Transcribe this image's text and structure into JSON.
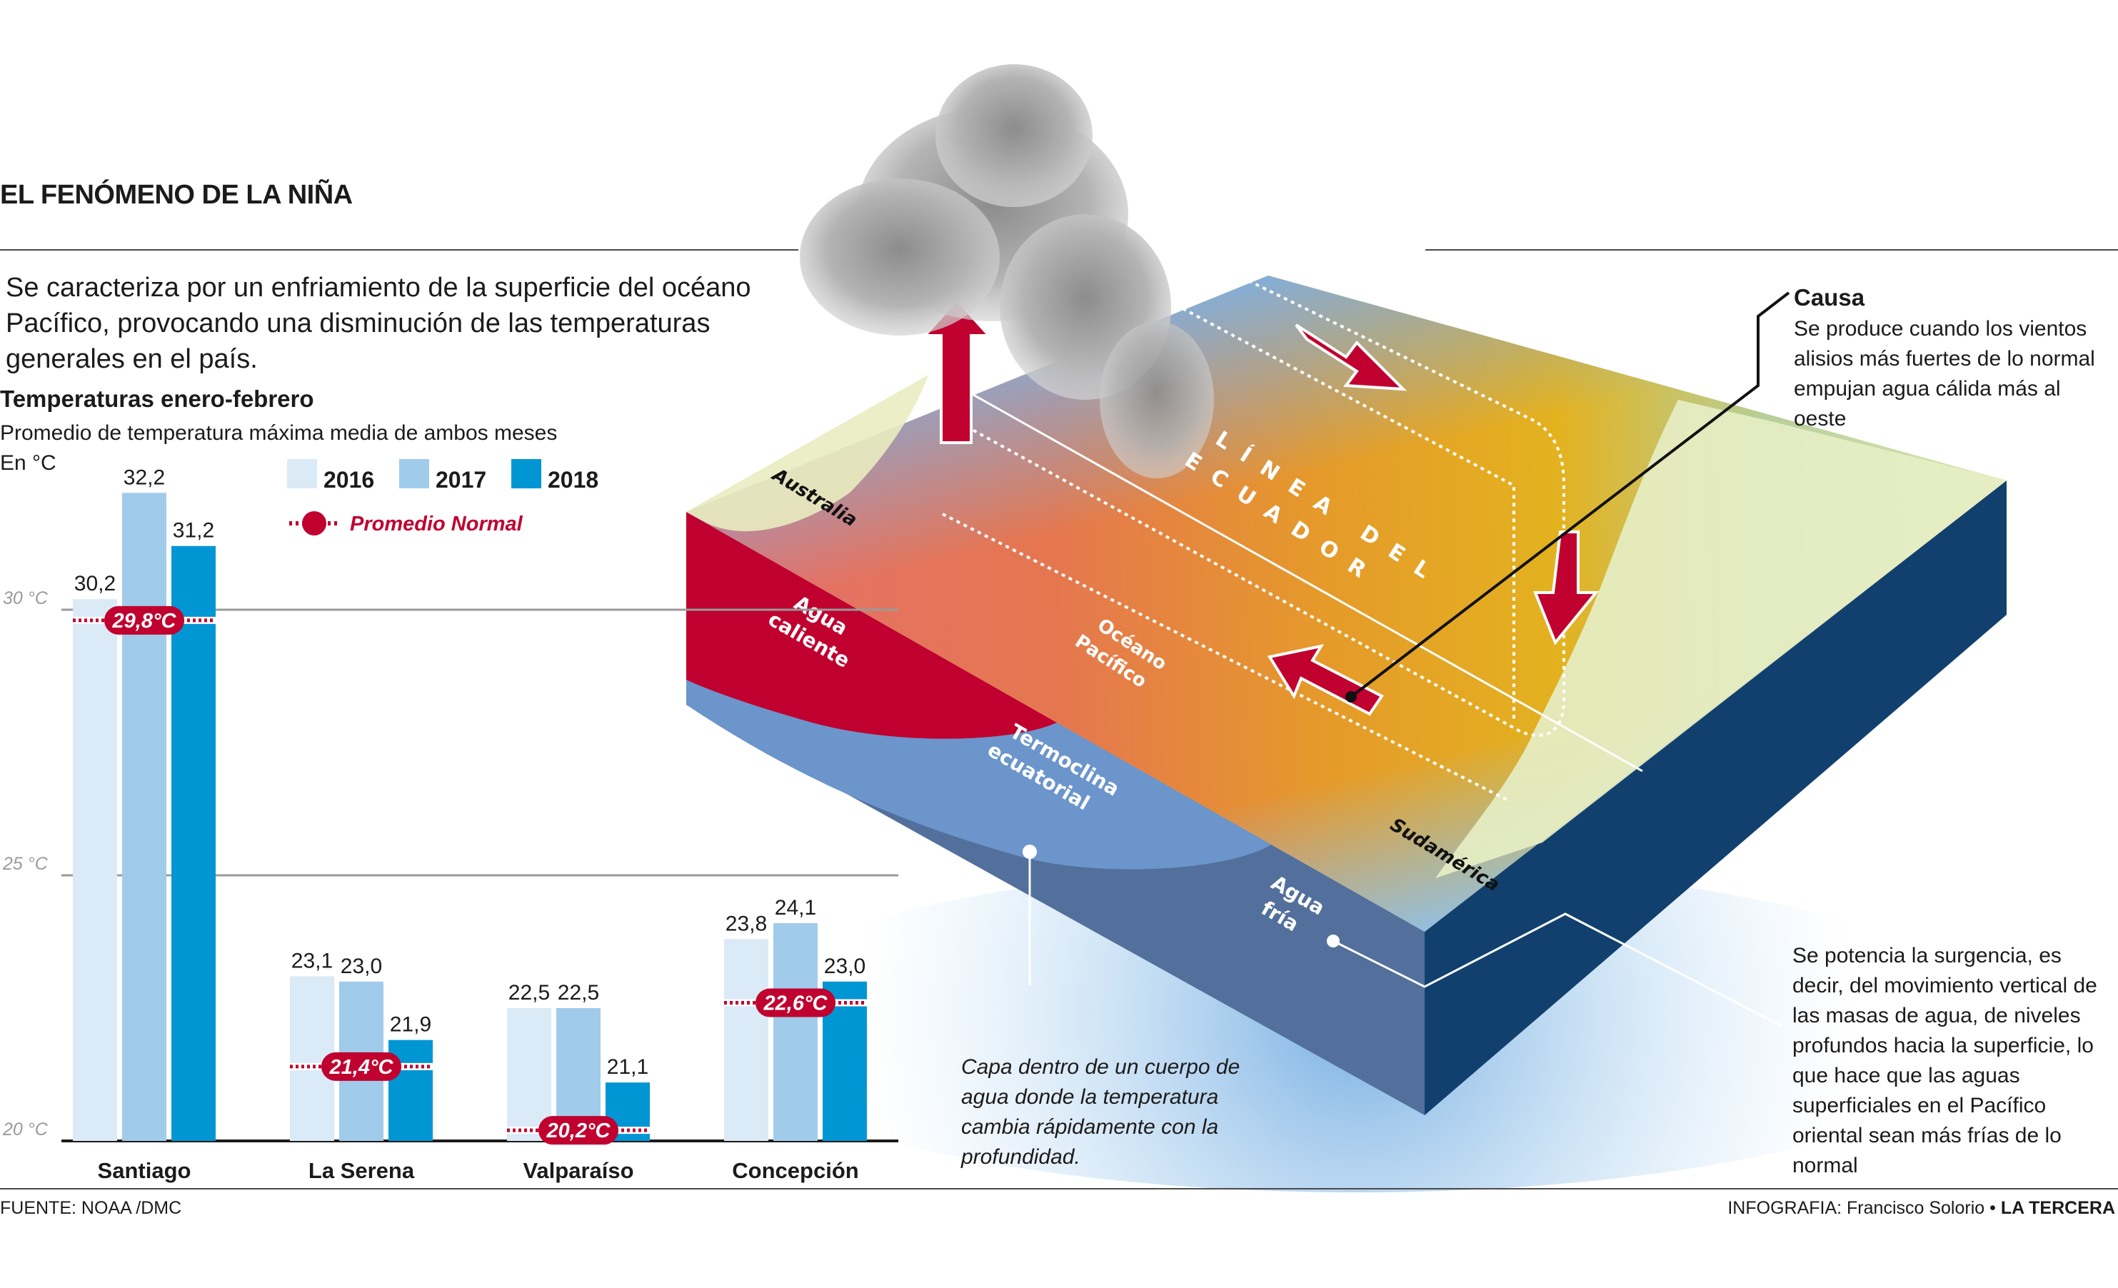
{
  "header": {
    "title": "EL FENÓMENO DE LA NIÑA",
    "intro": "Se caracteriza por un enfriamiento de la superficie del océano Pacífico, provocando una disminución de las temperaturas generales en el país."
  },
  "colors": {
    "y2016": "#dbeaf7",
    "y2017": "#a1cbeb",
    "y2018": "#0096d4",
    "average": "#c0002f",
    "warm_water": "#c0002f",
    "thermocline": "#6b95cb",
    "cold_water": "#52709b",
    "deep_side": "#12406e",
    "gridline": "#9a9a9a"
  },
  "chart_data": {
    "type": "bar",
    "title": "Temperaturas enero-febrero",
    "subtitle": "Promedio de temperatura máxima media de ambos meses",
    "unit_label": "En °C",
    "ylabel": "°C",
    "xlabel": "",
    "ylim": [
      20,
      33
    ],
    "yticks": [
      {
        "value": 20,
        "label": "20 °C"
      },
      {
        "value": 25,
        "label": "25 °C"
      },
      {
        "value": 30,
        "label": "30 °C"
      }
    ],
    "grid": true,
    "legend_position": "top",
    "categories": [
      "Santiago",
      "La Serena",
      "Valparaíso",
      "Concepción"
    ],
    "series": [
      {
        "name": "2016",
        "values": [
          30.2,
          23.1,
          22.5,
          23.8
        ],
        "labels": [
          "30,2",
          "23,1",
          "22,5",
          "23,8"
        ]
      },
      {
        "name": "2017",
        "values": [
          32.2,
          23.0,
          22.5,
          24.1
        ],
        "labels": [
          "32,2",
          "23,0",
          "22,5",
          "24,1"
        ]
      },
      {
        "name": "2018",
        "values": [
          31.2,
          21.9,
          21.1,
          23.0
        ],
        "labels": [
          "31,2",
          "21,9",
          "21,1",
          "23,0"
        ]
      }
    ],
    "average": {
      "name": "Promedio Normal",
      "values": [
        29.8,
        21.4,
        20.2,
        22.6
      ],
      "labels": [
        "29,8°C",
        "21,4°C",
        "20,2°C",
        "22,6°C"
      ]
    }
  },
  "diagram": {
    "labels": {
      "australia": "Australia",
      "sudamerica": "Sudamérica",
      "oceano": "Océano",
      "pacifico": "Pacífico",
      "linea": "LÍNEA DEL",
      "ecuador": "ECUADOR",
      "agua": "Agua",
      "caliente": "caliente",
      "termoclina": "Termoclina",
      "ecuatorial": "ecuatorial",
      "agua_fria_1": "Agua",
      "agua_fria_2": "fría"
    },
    "icons": [
      "cloud-icon",
      "arrow-up-icon",
      "arrow-down-right-icon",
      "arrow-down-icon",
      "arrow-left-icon"
    ]
  },
  "annotations": {
    "causa_title": "Causa",
    "causa_text": "Se produce cuando los vientos alisios más fuertes de lo normal empujan agua cálida más al oeste",
    "surgencia_text": "Se potencia la surgencia, es decir, del movimiento vertical de las masas de agua, de niveles profundos hacia la superficie, lo que hace que las aguas superficiales en el Pacífico oriental sean más frías de lo normal",
    "termoclina_note": "Capa dentro de un cuerpo de agua donde la temperatura cambia rápidamente con la profundidad."
  },
  "footer": {
    "source": "FUENTE: NOAA /DMC",
    "credit_prefix": "INFOGRAFIA: Francisco Solorio • ",
    "credit_brand": "LA TERCERA"
  }
}
